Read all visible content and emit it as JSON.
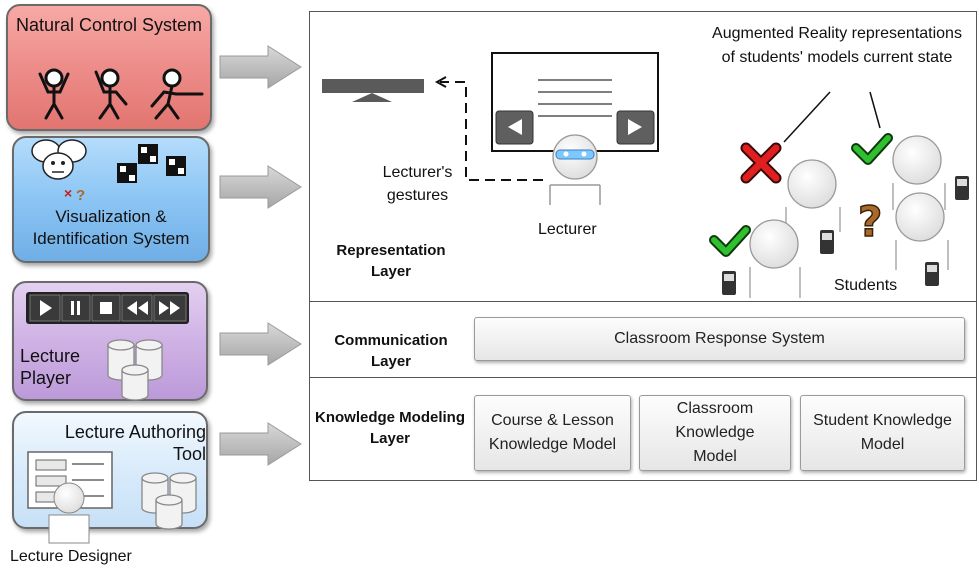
{
  "systems": {
    "natural_control": "Natural Control System",
    "visualization": "Visualization & Identification System",
    "lecture_player": "Lecture Player",
    "authoring_tool": "Lecture Authoring Tool"
  },
  "lecture_designer": "Lecture Designer",
  "layers": {
    "representation": "Representation Layer",
    "communication": "Communication Layer",
    "knowledge": "Knowledge Modeling Layer"
  },
  "representation": {
    "ar_caption": "Augmented Reality representations of students' models current state",
    "gestures": "Lecturer's gestures",
    "lecturer": "Lecturer",
    "students": "Students"
  },
  "communication": {
    "crs": "Classroom Response System"
  },
  "knowledge": {
    "course_lesson": "Course & Lesson Knowledge Model",
    "classroom": "Classroom Knowledge Model",
    "student": "Student Knowledge Model"
  },
  "colors": {
    "natural_control": "#ee8f8c",
    "visualization": "#8bc5f4",
    "lecture_player": "#cfb2e5",
    "authoring_tool": "#d9ebfb",
    "check": "#2fbf2f",
    "cross": "#e02020",
    "question": "#a9692c"
  }
}
